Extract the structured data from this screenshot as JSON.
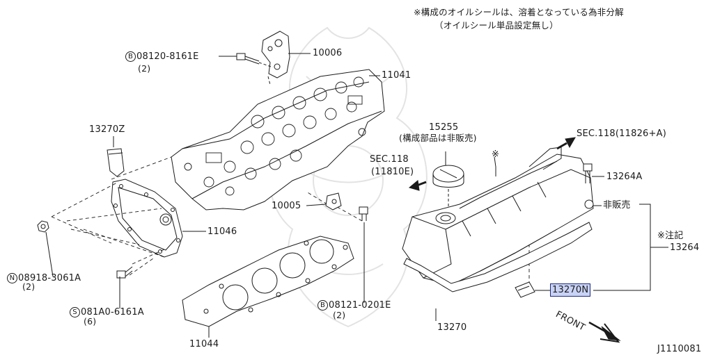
{
  "notes": {
    "line1": "※構成のオイルシールは、溶着となっている為非分解",
    "line2": "（オイルシール単品設定無し）"
  },
  "labels": {
    "p10006": "10006",
    "p11041": "11041",
    "p08120_code": "08120-8161E",
    "p08120_marker": "B",
    "p08120_qty": "(2)",
    "p13270z": "13270Z",
    "p15255": "15255",
    "p15255_note": "(構成部品は非販売)",
    "sec118a_line1": "SEC.118",
    "sec118a_line2": "(11810E)",
    "sec118b": "SEC.118(11826+A)",
    "star_mark": "※",
    "p13264a": "13264A",
    "not_sold": "非販売",
    "p10005": "10005",
    "p11046": "11046",
    "note_mark": "※注記",
    "p13264": "13264",
    "p08918_code": "08918-3061A",
    "p08918_marker": "N",
    "p08918_qty": "(2)",
    "p081a0_code": "081A0-6161A",
    "p081a0_marker": "S",
    "p081a0_qty": "(6)",
    "p08121_code": "08121-0201E",
    "p08121_marker": "B",
    "p08121_qty": "(2)",
    "p13270n": "13270N",
    "p11044": "11044",
    "p13270": "13270",
    "front": "FRONT",
    "diagram_id": "J1110081"
  },
  "colors": {
    "line": "#1a1a1a",
    "highlight_fill": "#c9d3f5",
    "highlight_border": "#1f2a80",
    "watermark": "#ececec"
  }
}
